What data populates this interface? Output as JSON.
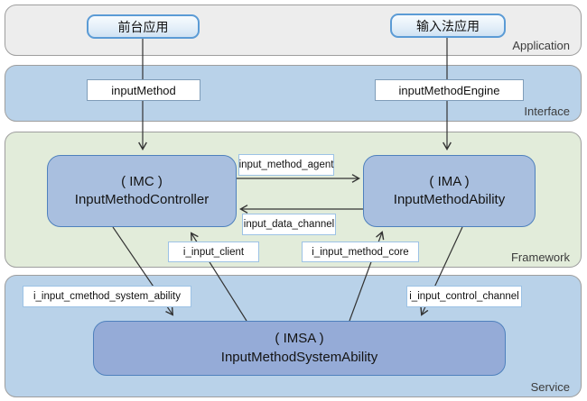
{
  "layers": [
    {
      "label": "Application"
    },
    {
      "label": "Interface"
    },
    {
      "label": "Framework"
    },
    {
      "label": "Service"
    }
  ],
  "nodes": {
    "frontend_app": {
      "label": "前台应用"
    },
    "ime_app": {
      "label": "输入法应用"
    },
    "input_method": {
      "label": "inputMethod"
    },
    "input_method_engine": {
      "label": "inputMethodEngine"
    },
    "imc": {
      "abbr": "( IMC )",
      "name": "InputMethodController"
    },
    "ima": {
      "abbr": "( IMA )",
      "name": "InputMethodAbility"
    },
    "imsa": {
      "abbr": "( IMSA )",
      "name": "InputMethodSystemAbility"
    }
  },
  "edges": {
    "input_method_agent": {
      "label": "input_method_agent"
    },
    "input_data_channel": {
      "label": "input_data_channel"
    },
    "i_input_client": {
      "label": "i_input_client"
    },
    "i_input_method_core": {
      "label": "i_input_method_core"
    },
    "i_input_cmethod_system_ability": {
      "label": "i_input_cmethod_system_ability"
    },
    "i_input_control_channel": {
      "label": "i_input_control_channel"
    }
  },
  "colors": {
    "application_bg": "#ededed",
    "interface_bg": "#b9d2e9",
    "framework_bg": "#e2ecda",
    "service_bg": "#b9d2e9",
    "layer_border": "#9e9e9e",
    "node_fill": "#a9bfdf",
    "node_border": "#4f81bd",
    "imsa_fill": "#95abd7",
    "button_border": "#5b9bd5",
    "api_box_border": "#7f9db9",
    "label_box_border": "#9cc2e5",
    "line_color": "#333333"
  }
}
